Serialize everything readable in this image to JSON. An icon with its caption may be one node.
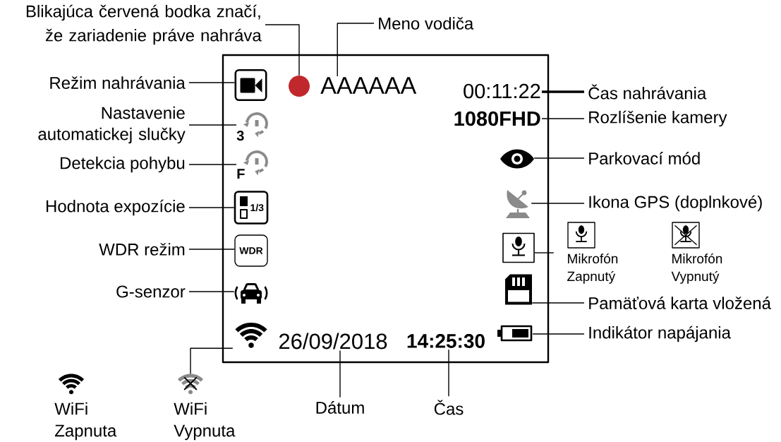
{
  "diagram": {
    "nodes": [
      {
        "text": [
          "Blikajúca červená bodka značí, že zariadenie práve nahráva"
        ]
      },
      {
        "text": [
          "Meno vodiča"
        ]
      },
      {
        "text": [
          "Režim nahrávania"
        ]
      },
      {
        "text": [
          "Nastavenie automatickej slučky"
        ]
      },
      {
        "text": [
          "Detekcia pohybu"
        ]
      },
      {
        "text": [
          "Hodnota expozície"
        ]
      },
      {
        "text": [
          "WDR režim"
        ]
      },
      {
        "text": [
          "G-senzor"
        ]
      },
      {
        "text": [],
        "shape": "box"
      },
      {
        "text": [],
        "shape": "picture",
        "in": 8
      },
      {
        "text": [],
        "shape": "circle",
        "in": 8
      },
      {
        "text": [
          "AAAAAA"
        ],
        "in": 8
      },
      {
        "text": [
          "00:11:22"
        ],
        "in": 8
      },
      {
        "text": [
          "1080FHD"
        ],
        "in": 8
      },
      {
        "text": [
          "3"
        ],
        "in": 8
      },
      {
        "text": [
          "F"
        ],
        "in": 8
      },
      {
        "text": [],
        "shape": "picture",
        "in": 8
      },
      {
        "text": [
          "1/3"
        ],
        "in": 8
      },
      {
        "text": [],
        "shape": "picture",
        "in": 8
      },
      {
        "text": [
          "WDR"
        ],
        "in": 8
      },
      {
        "text": [],
        "shape": "picture",
        "in": 8
      },
      {
        "text": [],
        "shape": "picture",
        "in": 8
      },
      {
        "text": [],
        "shape": "picture",
        "in": 8
      },
      {
        "text": [],
        "shape": "picture",
        "in": 8
      },
      {
        "text": [
          "26/09/2018"
        ],
        "in": 8
      },
      {
        "text": [
          "14:25:30"
        ],
        "in": 8
      },
      {
        "text": [],
        "shape": "picture",
        "in": 8
      },
      {
        "text": [
          "Čas nahrávania"
        ]
      },
      {
        "text": [
          "Rozlíšenie kamery"
        ]
      },
      {
        "text": [
          "Parkovací mód"
        ]
      },
      {
        "text": [
          "Ikona GPS (doplnkové)"
        ]
      },
      {
        "text": [],
        "shape": "picture",
        "beside": [
          "Mikrofón Zapnutý"
        ]
      },
      {
        "text": [],
        "shape": "picture",
        "beside": [
          "Mikrofón Vypnutý"
        ]
      },
      {
        "text": [
          "Pamäťová karta vložená"
        ]
      },
      {
        "text": [
          "Indikátor napájania"
        ]
      },
      {
        "text": [],
        "shape": "picture",
        "beside": [
          "WiFi Zapnuta"
        ]
      },
      {
        "text": [],
        "shape": "picture",
        "beside": [
          "WiFi Vypnuta"
        ]
      },
      {
        "text": [
          "Dátum"
        ]
      },
      {
        "text": [
          "Čas"
        ]
      }
    ],
    "edges": [
      {
        "from": 0,
        "to": 10,
        "arrow": "none"
      },
      {
        "from": 1,
        "to": 11,
        "arrow": "none"
      },
      {
        "from": 2,
        "to": 9,
        "arrow": "none"
      },
      {
        "from": 3,
        "to": 14,
        "arrow": "none"
      },
      {
        "from": 4,
        "to": 15,
        "arrow": "none"
      },
      {
        "from": 5,
        "to": 17,
        "arrow": "none"
      },
      {
        "from": 6,
        "to": 19,
        "arrow": "none"
      },
      {
        "from": 7,
        "to": 21,
        "arrow": "none"
      },
      {
        "from": 27,
        "to": 12,
        "arrow": "none",
        "style": "thick"
      },
      {
        "from": 28,
        "to": 13,
        "arrow": "none"
      },
      {
        "from": 29,
        "to": 16,
        "arrow": "none"
      },
      {
        "from": 30,
        "to": 18,
        "arrow": "none"
      },
      {
        "from": 20,
        "to": null,
        "arrow": "none"
      },
      {
        "from": 33,
        "to": 22,
        "arrow": "none"
      },
      {
        "from": 34,
        "to": 26,
        "arrow": "none"
      },
      {
        "from": 23,
        "to": 36,
        "arrow": "none"
      },
      {
        "from": 37,
        "to": 24,
        "arrow": "none"
      },
      {
        "from": 38,
        "to": 25,
        "arrow": "none"
      }
    ]
  }
}
